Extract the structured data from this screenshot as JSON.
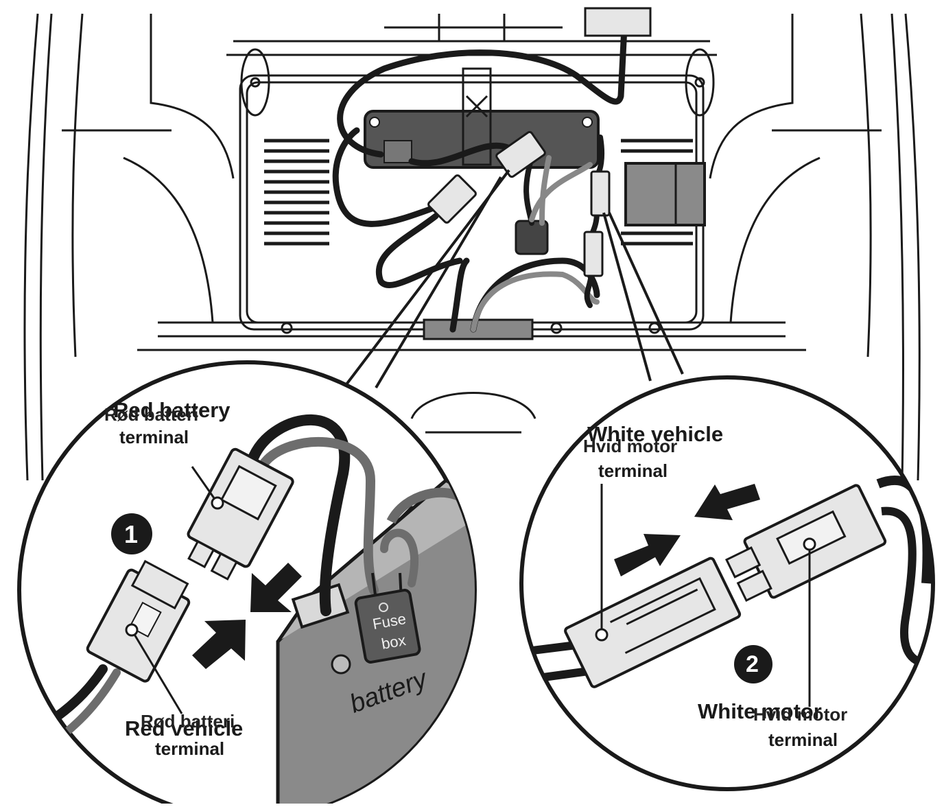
{
  "callout_left": {
    "step_number": "1",
    "upper_connector_label": {
      "line1_large": "Red battery",
      "line1_small": "Rød batteri",
      "line2": "terminal"
    },
    "lower_connector_label": {
      "line1_large": "Red vehicle",
      "line1_small": "Rød batteri",
      "line2": "terminal"
    },
    "fuse_label_line1": "Fuse",
    "fuse_label_line2": "box",
    "battery_label": "battery"
  },
  "callout_right": {
    "step_number": "2",
    "left_connector_label": {
      "line1_large": "White vehicle",
      "line1_small": "Hvid motor",
      "line2": "terminal"
    },
    "right_connector_label": {
      "line1_large": "White motor",
      "line1_small": "Hvid motor",
      "line2": "terminal"
    }
  },
  "colors": {
    "line": "#1a1a1a",
    "connector_fill": "#e6e6e6",
    "battery_fill": "#8a8a8a",
    "fuse_fill": "#555555",
    "background": "#ffffff"
  }
}
